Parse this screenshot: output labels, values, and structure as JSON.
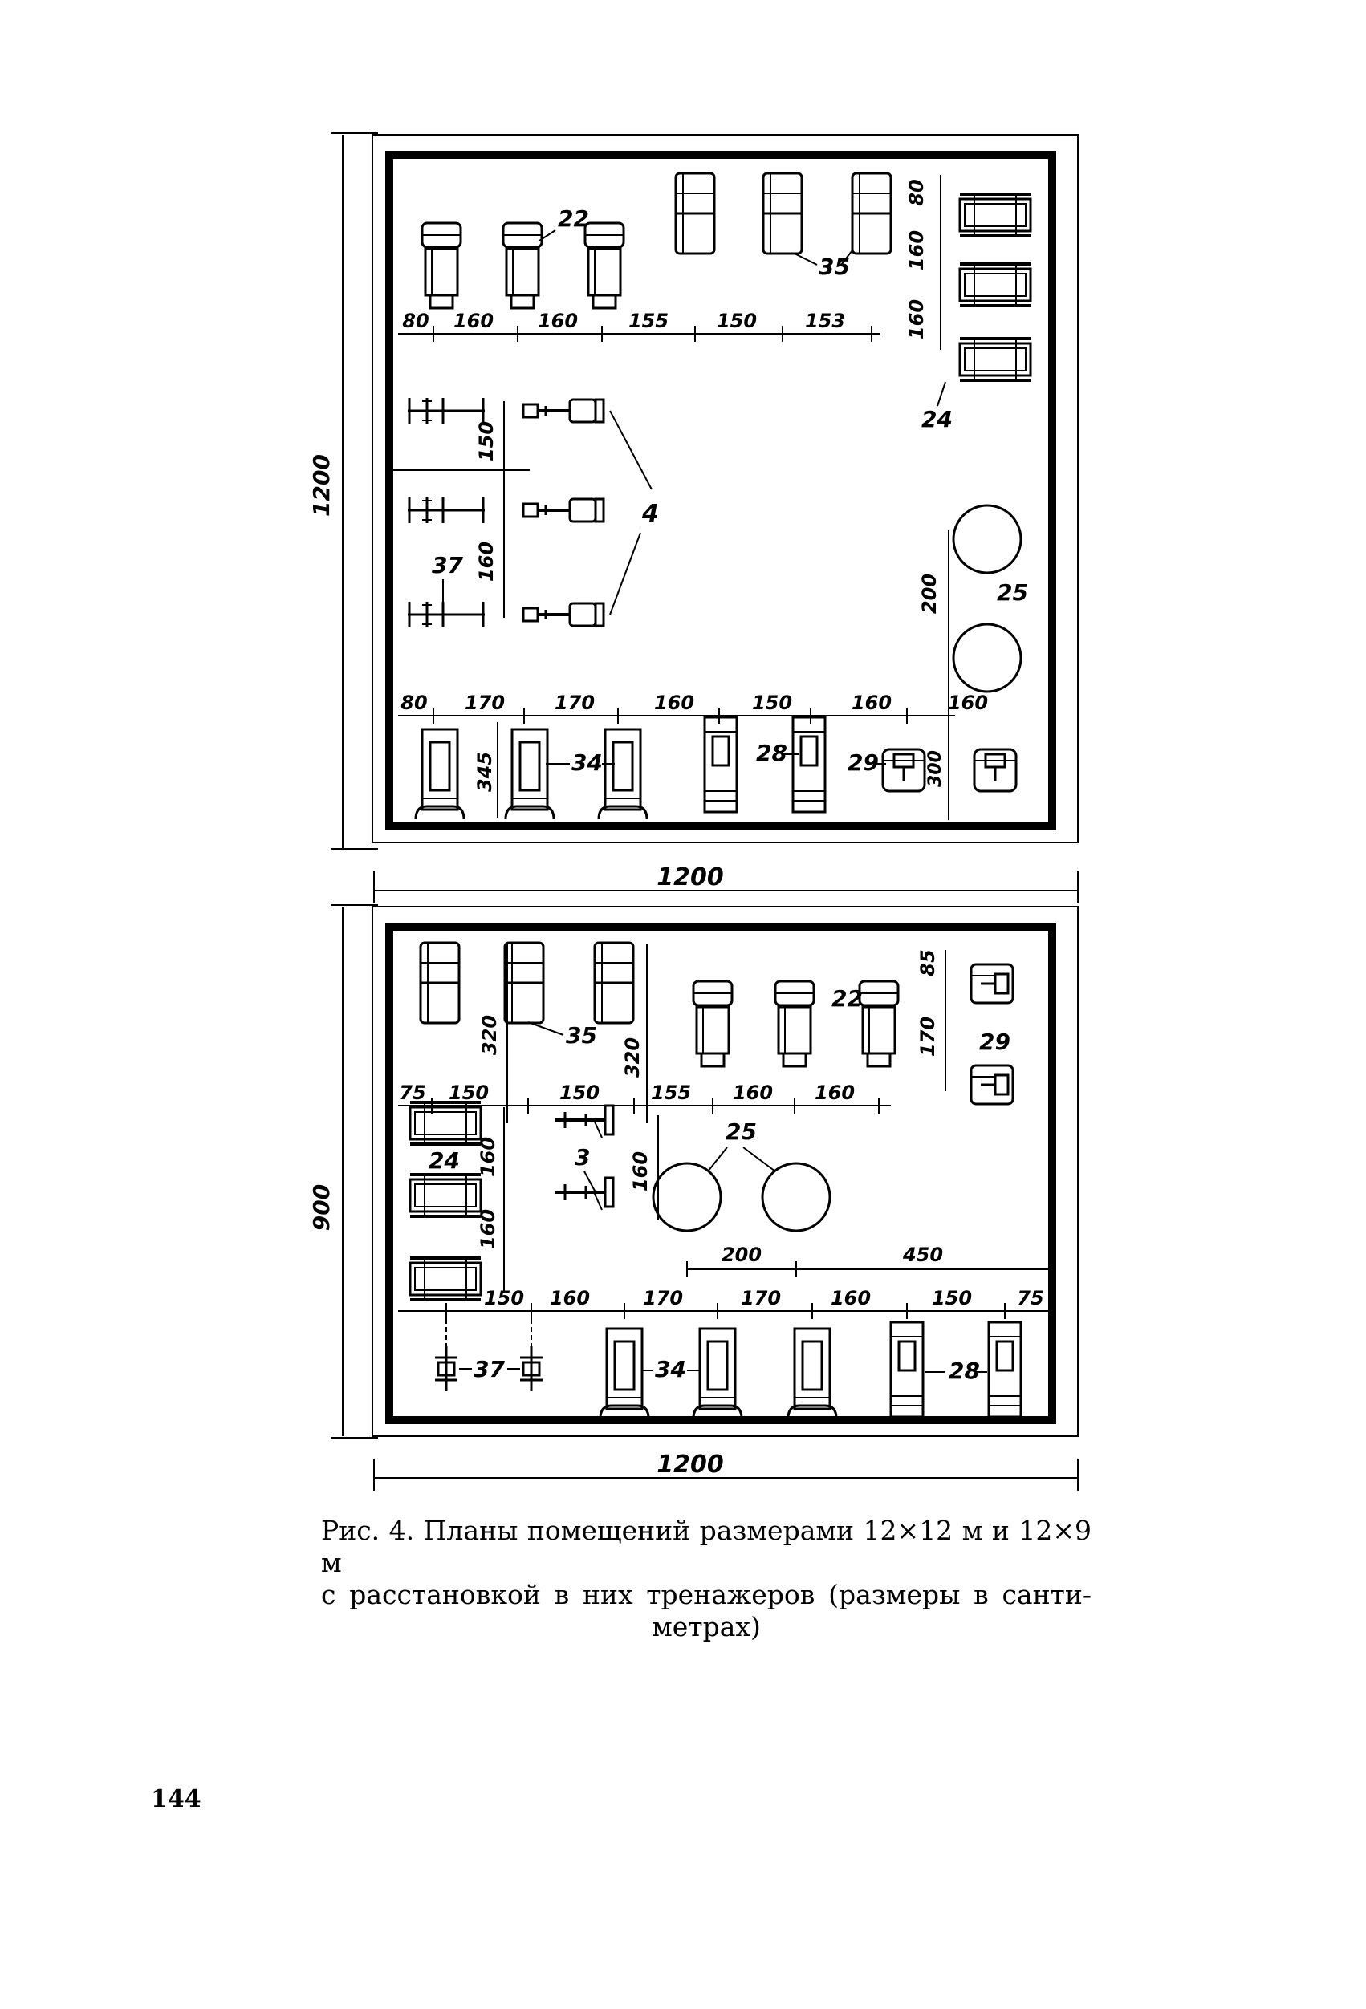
{
  "plan1": {
    "overall_height": "1200",
    "overall_width": "1200",
    "top_row": [
      "80",
      "160",
      "160",
      "155",
      "150",
      "153"
    ],
    "right_column": [
      "80",
      "160",
      "160"
    ],
    "left_spacing": [
      "150",
      "160"
    ],
    "wall_side": "200",
    "bottom_row": [
      "80",
      "170",
      "170",
      "160",
      "150",
      "160",
      "160"
    ],
    "bottom_depth": "345",
    "bottom_right_depth": "300",
    "labels": {
      "l22": "22",
      "l35": "35",
      "l24": "24",
      "l4": "4",
      "l37": "37",
      "l25": "25",
      "l34": "34",
      "l28": "28",
      "l29": "29"
    }
  },
  "plan2": {
    "overall_height": "900",
    "overall_width": "1200",
    "top_vertical": [
      "320",
      "320",
      "85",
      "170"
    ],
    "mid_row": [
      "75",
      "150",
      "150",
      "155",
      "160",
      "160"
    ],
    "left_vertical": [
      "160",
      "160",
      "160"
    ],
    "center_dims": [
      "200",
      "450"
    ],
    "bottom_row": [
      "150",
      "160",
      "170",
      "170",
      "160",
      "150",
      "75"
    ],
    "labels": {
      "l35": "35",
      "l22": "22",
      "l29": "29",
      "l24": "24",
      "l3": "3",
      "l25": "25",
      "l37": "37",
      "l34": "34",
      "l28": "28"
    }
  },
  "caption": {
    "line1": "Рис. 4. Планы помещений размерами 12×12 м и 12×9 м",
    "line2": "с расстановкой в них тренажеров (размеры в санти-",
    "line3": "метрах)"
  },
  "page_number": "144"
}
